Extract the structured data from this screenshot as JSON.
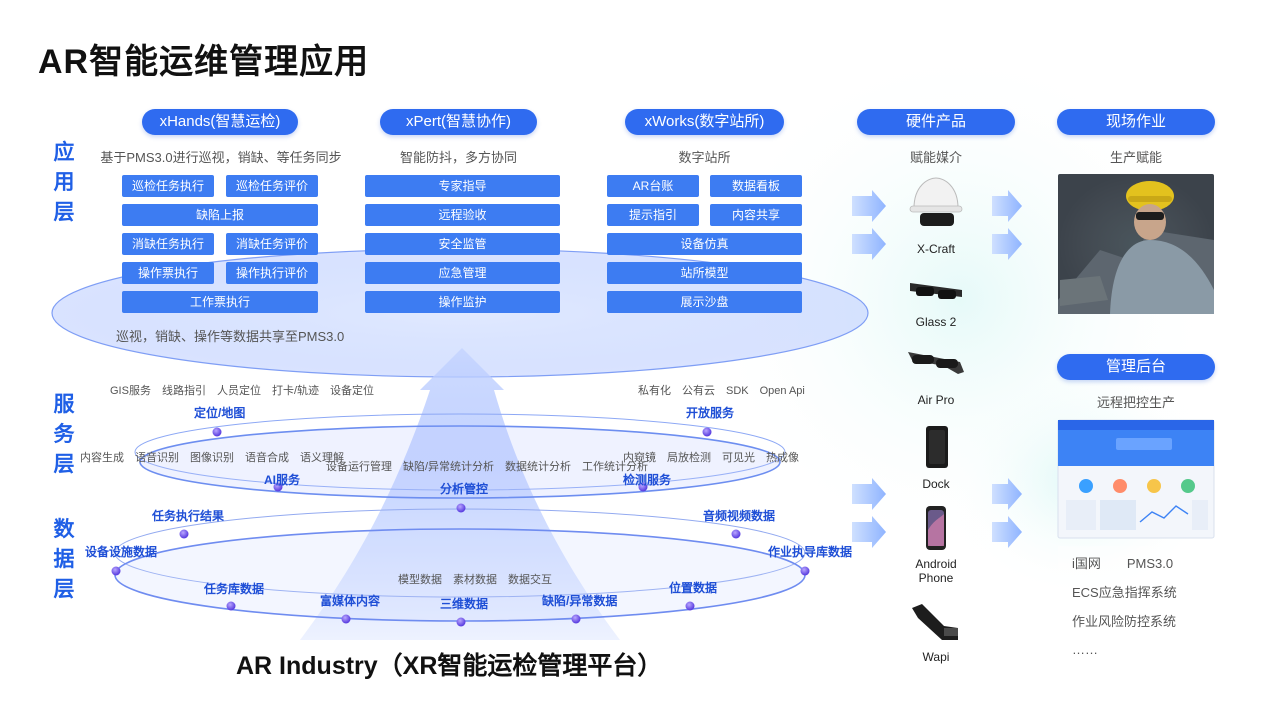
{
  "title": "AR智能运维管理应用",
  "layers": {
    "application": [
      "应",
      "用",
      "层"
    ],
    "service": [
      "服",
      "务",
      "层"
    ],
    "data": [
      "数",
      "据",
      "层"
    ]
  },
  "columns": [
    {
      "header": "xHands(智慧运检)",
      "subtitle": "基于PMS3.0进行巡视，销缺、等任务同步"
    },
    {
      "header": "xPert(智慧协作)",
      "subtitle": "智能防抖，多方协同"
    },
    {
      "header": "xWorks(数字站所)",
      "subtitle": "数字站所"
    }
  ],
  "xhands_buttons": [
    "巡检任务执行",
    "巡检任务评价",
    "缺陷上报",
    "消缺任务执行",
    "消缺任务评价",
    "操作票执行",
    "操作执行评价",
    "工作票执行"
  ],
  "xpert_buttons": [
    "专家指导",
    "远程验收",
    "安全监管",
    "应急管理",
    "操作监护"
  ],
  "xworks_buttons": [
    "AR台账",
    "数据看板",
    "提示指引",
    "内容共享",
    "设备仿真",
    "站所模型",
    "展示沙盘"
  ],
  "share_note": "巡视，销缺、操作等数据共享至PMS3.0",
  "service": {
    "location_note": "GIS服务　线路指引　人员定位　打卡/轨迹　设备定位",
    "location_label": "定位/地图",
    "open_note": "私有化　公有云　SDK　Open Api",
    "open_label": "开放服务",
    "ai_note": "内容生成　语音识别　图像识别　语音合成　语义理解",
    "ai_label": "AI服务",
    "analysis_note": "设备运行管理　缺陷/异常统计分析　数据统计分析　工作统计分析",
    "analysis_label": "分析管控",
    "detect_note": "内窥镜　局放检测　可见光　热成像",
    "detect_label": "检测服务"
  },
  "data_layer": {
    "task_result": "任务执行结果",
    "av_data": "音频视频数据",
    "facility_data": "设备设施数据",
    "guide_data": "作业执导库数据",
    "task_lib": "任务库数据",
    "media": "富媒体内容",
    "three_d": "三维数据",
    "defect": "缺陷/异常数据",
    "position": "位置数据",
    "data_note": "模型数据　素材数据　数据交互"
  },
  "hardware": {
    "header": "硬件产品",
    "subtitle": "赋能媒介",
    "devices": [
      "X-Craft",
      "Glass 2",
      "Air Pro",
      "Dock",
      "Android Phone",
      "Wapi"
    ]
  },
  "field": {
    "header": "现场作业",
    "subtitle": "生产赋能"
  },
  "backend": {
    "header": "管理后台",
    "subtitle": "远程把控生产",
    "systems": [
      "i国网　　PMS3.0",
      "ECS应急指挥系统",
      "作业风险防控系统",
      "……"
    ]
  },
  "bottom_title": "AR Industry（XR智能运检管理平台）",
  "colors": {
    "accent": "#2f6bf0",
    "button": "#3d7cf2",
    "label": "#1f5fe6"
  }
}
